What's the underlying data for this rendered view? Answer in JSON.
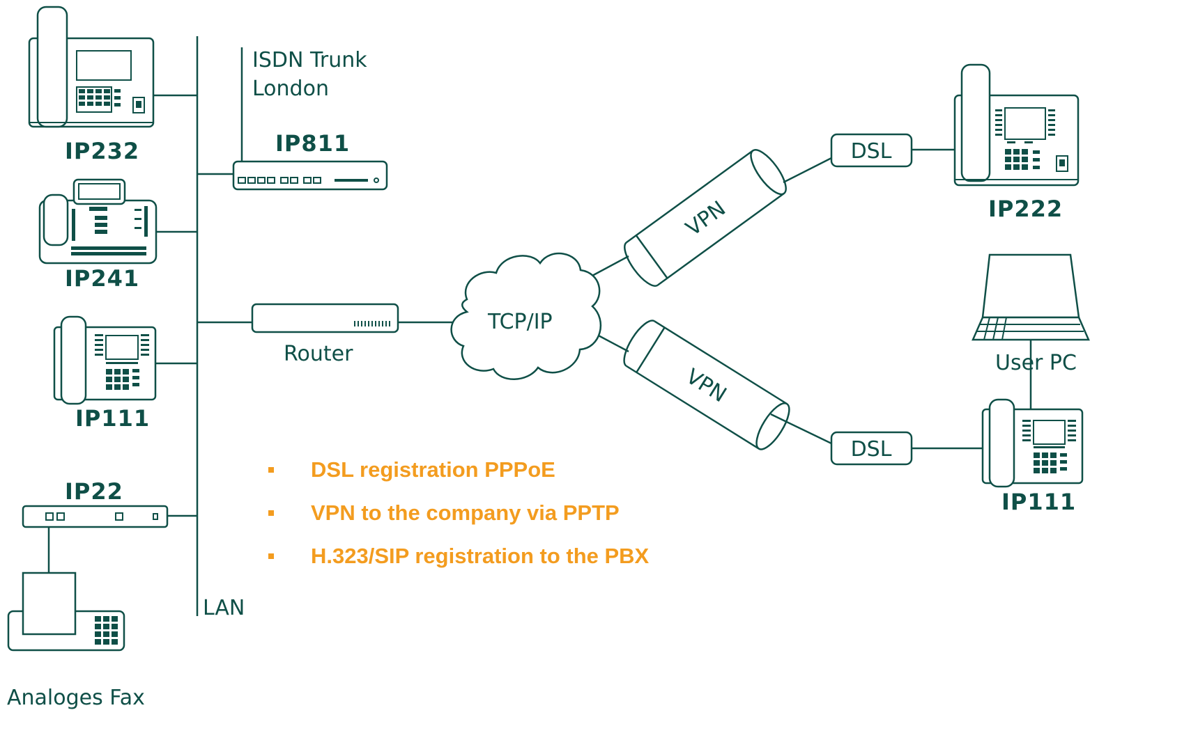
{
  "colors": {
    "line": "#0f4f47",
    "accent": "#f39c1f",
    "background": "#ffffff"
  },
  "network": {
    "lan_label": "LAN",
    "isdn": {
      "line1": "ISDN Trunk",
      "line2": "London"
    },
    "router_label": "Router",
    "cloud_label": "TCP/IP",
    "vpn_top_label": "VPN",
    "vpn_bottom_label": "VPN",
    "dsl_top_label": "DSL",
    "dsl_bottom_label": "DSL",
    "user_pc_label": "User PC",
    "fax_label": "Analoges Fax"
  },
  "devices": {
    "ip232": "IP232",
    "ip241": "IP241",
    "ip111_left": "IP111",
    "ip22": "IP22",
    "ip811": "IP811",
    "ip222": "IP222",
    "ip111_right": "IP111"
  },
  "bullets": [
    "DSL registration PPPoE",
    "VPN to the company via PPTP",
    "H.323/SIP registration to the PBX"
  ]
}
